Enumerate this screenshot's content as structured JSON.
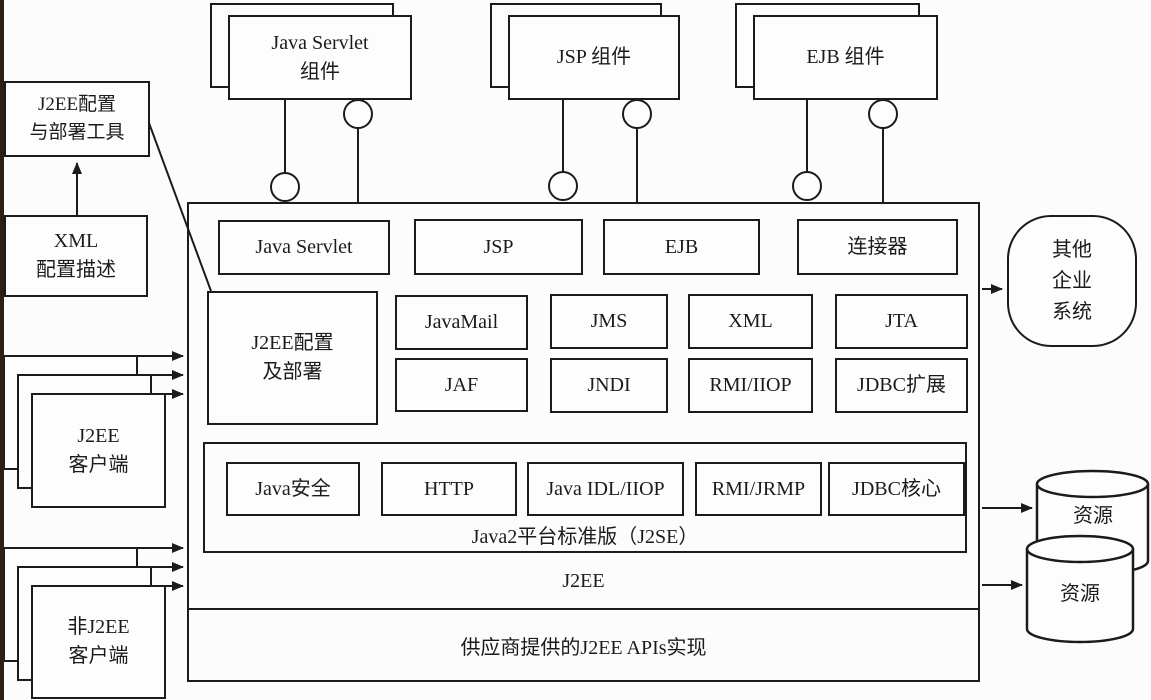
{
  "colors": {
    "line": "#1b1b1b",
    "background": "#fcfcfc"
  },
  "top_components": {
    "servlet": "Java Servlet\n组件",
    "jsp": "JSP 组件",
    "ejb": "EJB 组件"
  },
  "left_column": {
    "deploy_tool": "J2EE配置\n与部署工具",
    "xml_desc": "XML\n配置描述",
    "j2ee_client": "J2EE\n客户端",
    "non_j2ee_client": "非J2EE\n客户端"
  },
  "server": {
    "row1": {
      "servlet": "Java Servlet",
      "jsp": "JSP",
      "ejb": "EJB",
      "connector": "连接器"
    },
    "deploy": "J2EE配置\n及部署",
    "row2": {
      "javamail": "JavaMail",
      "jms": "JMS",
      "xml": "XML",
      "jta": "JTA"
    },
    "row3": {
      "jaf": "JAF",
      "jndi": "JNDI",
      "rmi_iiop": "RMI/IIOP",
      "jdbc_ext": "JDBC扩展"
    },
    "j2se": {
      "security": "Java安全",
      "http": "HTTP",
      "idl": "Java IDL/IIOP",
      "jrmp": "RMI/JRMP",
      "jdbc_core": "JDBC核心",
      "caption": "Java2平台标准版（J2SE）"
    },
    "j2ee_label": "J2EE",
    "vendor_label": "供应商提供的J2EE APIs实现"
  },
  "right_column": {
    "other_systems": "其他\n企业\n系统",
    "resource_top": "资源",
    "resource_bottom": "资源"
  }
}
